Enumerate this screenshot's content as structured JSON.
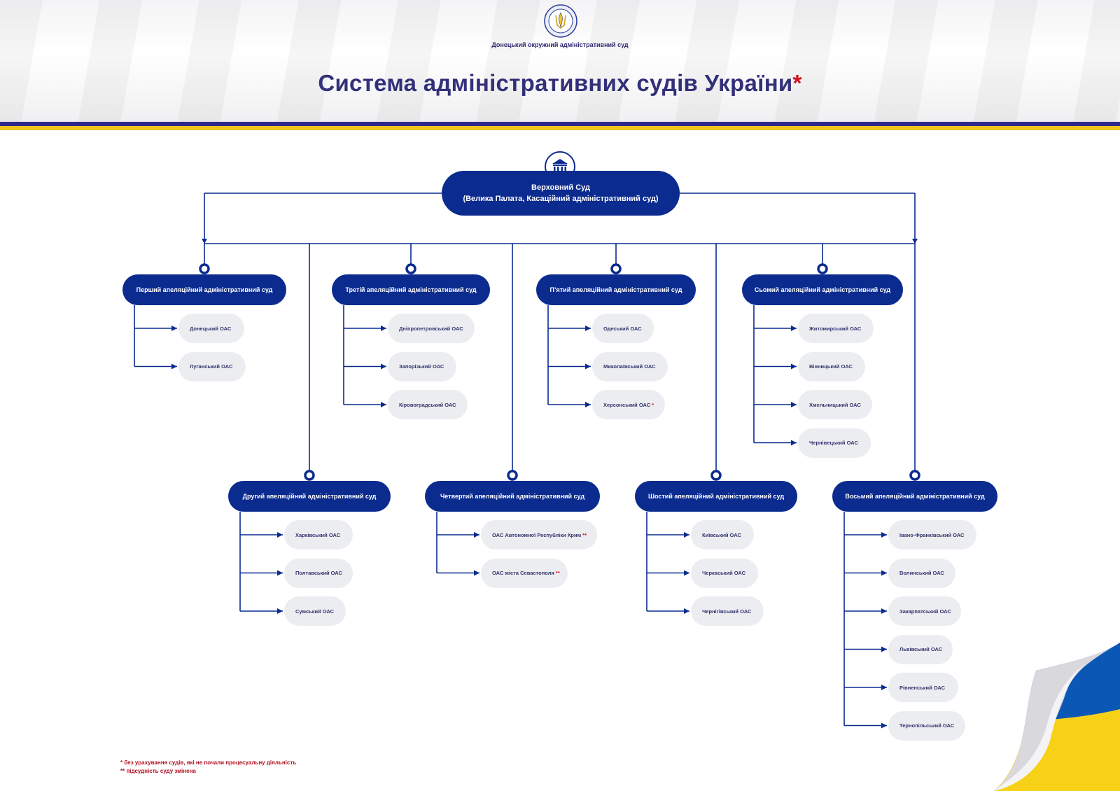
{
  "header": {
    "org_name": "Донецький окружний адміністративний суд",
    "title": "Система адміністративних судів України",
    "title_mark": "*"
  },
  "supreme_court": {
    "line1": "Верховний Суд",
    "line2": "(Велика Палата, Касаційний адміністративний суд)"
  },
  "appeal_courts": [
    {
      "name": "Перший апеляційний адміністративний суд",
      "courts": [
        "Донецький ОАС",
        "Луганський ОАС"
      ]
    },
    {
      "name": "Другий апеляційний адміністративний суд",
      "courts": [
        "Харківський ОАС",
        "Полтавський ОАС",
        "Сумський ОАС"
      ]
    },
    {
      "name": "Третій апеляційний адміністративний суд",
      "courts": [
        "Дніпропетровський ОАС",
        "Запорізький ОАС",
        "Кіровоградський ОАС"
      ]
    },
    {
      "name": "Четвертий апеляційний адміністративний суд",
      "courts": [
        "ОАС Автономної Республіки Крим",
        "ОАС міста Севастополя"
      ]
    },
    {
      "name": "П’ятий апеляційний адміністративний суд",
      "courts": [
        "Одеський ОАС",
        "Миколаївський ОАС",
        "Херсонський ОАС"
      ]
    },
    {
      "name": "Шостий апеляційний адміністративний суд",
      "courts": [
        "Київський ОАС",
        "Черкаський ОАС",
        "Чернігівський ОАС"
      ]
    },
    {
      "name": "Сьомий апеляційний адміністративний суд",
      "courts": [
        "Житомирський ОАС",
        "Вінницький ОАС",
        "Хмельницький ОАС",
        "Чернівецький ОАС"
      ]
    },
    {
      "name": "Восьмий апеляційний адміністративний суд",
      "courts": [
        "Івано-Франківський ОАС",
        "Волинський ОАС",
        "Закарпатський ОАС",
        "Львівський ОАС",
        "Рівненський ОАС",
        "Тернопільський ОАС"
      ]
    }
  ],
  "marks": {
    "single": "*",
    "double": "**"
  },
  "footnotes": {
    "note1": "* без урахування судів, які не почали процесуальну діяльність",
    "note2": "** підсудність суду змінена"
  },
  "colors": {
    "navy": "#0b2b8f",
    "title": "#33307a",
    "stripe_blue": "#2e2a8a",
    "stripe_yellow": "#f2c51c",
    "leaf_bg": "#ecedf1",
    "accent_red": "#d01020",
    "flag_blue": "#0a57b5",
    "flag_yellow": "#f7d117"
  }
}
